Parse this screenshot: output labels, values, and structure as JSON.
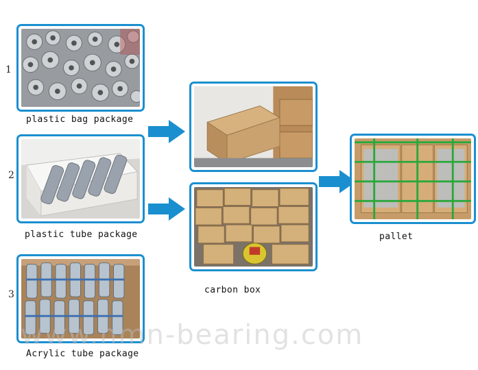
{
  "steps": [
    {
      "number": "1",
      "caption": "plastic bag package"
    },
    {
      "number": "2",
      "caption": "plastic tube package"
    },
    {
      "number": "3",
      "caption": "Acrylic tube package"
    }
  ],
  "carbon_box": {
    "caption": "carbon box"
  },
  "pallet": {
    "caption": "pallet"
  },
  "watermark": "www.nmn-bearing.com",
  "colors": {
    "frame_border": "#1a8fd0",
    "arrow": "#1a8fd0"
  },
  "icons": [
    "right-arrow-icon"
  ]
}
